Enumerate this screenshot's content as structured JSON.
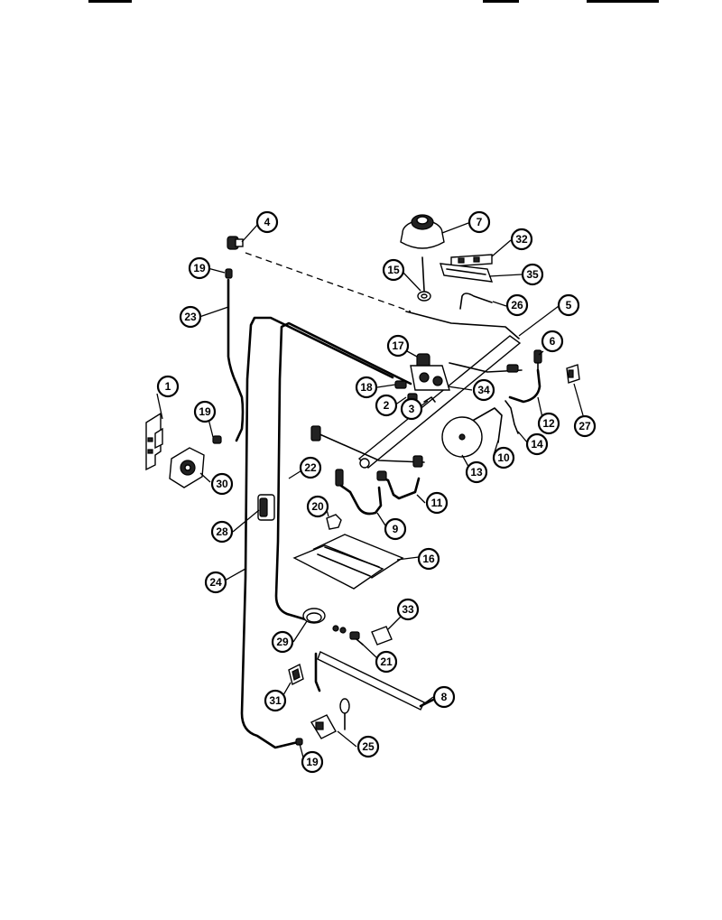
{
  "diagram": {
    "callouts": [
      "1",
      "2",
      "3",
      "4",
      "5",
      "6",
      "7",
      "8",
      "9",
      "10",
      "11",
      "12",
      "13",
      "14",
      "15",
      "16",
      "17",
      "18",
      "19",
      "19",
      "19",
      "20",
      "21",
      "22",
      "23",
      "24",
      "25",
      "26",
      "27",
      "28",
      "29",
      "30",
      "31",
      "32",
      "33",
      "34",
      "35"
    ]
  }
}
